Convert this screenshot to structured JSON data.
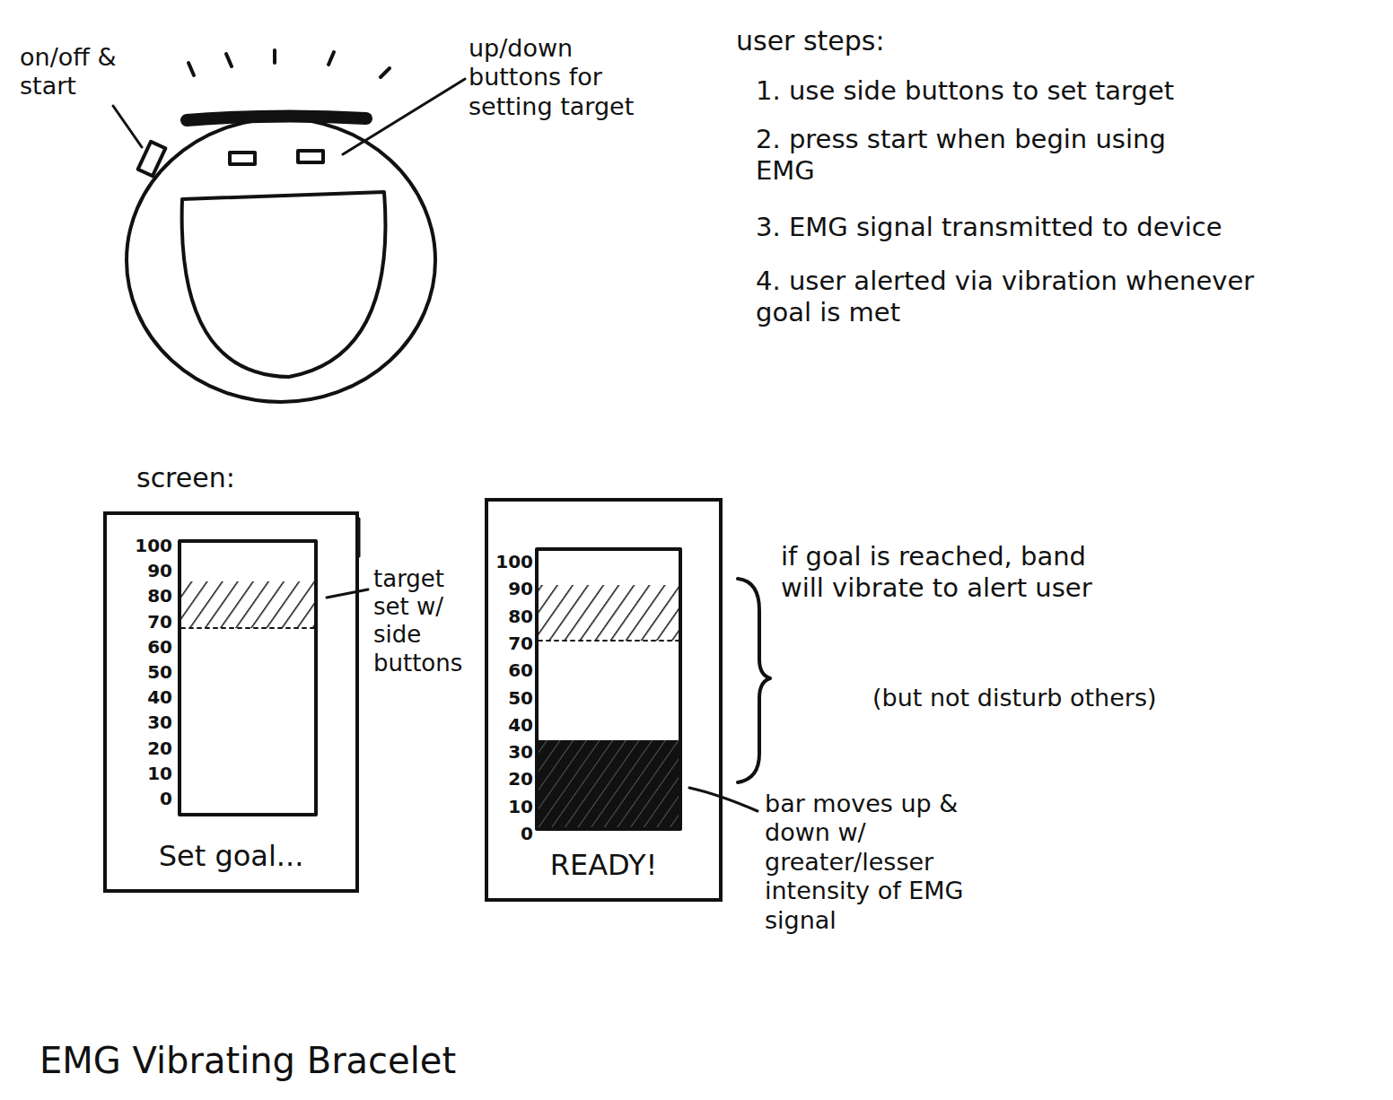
{
  "diagram": {
    "title": "EMG Vibrating Bracelet",
    "nodes": [
      {
        "text": [
          "Set goal..."
        ]
      },
      {
        "text": [
          "READY!"
        ]
      }
    ],
    "labels": [
      "on/off & start",
      "up/down buttons for setting target",
      "user steps:",
      "1. use side buttons to set target",
      "2. press start when begin using EMG",
      "3. EMG signal transmitted to device",
      "4. user alerted via vibration whenever goal is met",
      "screen:",
      "100",
      "90",
      "80",
      "70",
      "60",
      "50",
      "40",
      "30",
      "20",
      "10",
      "0",
      "100",
      "90",
      "80",
      "70",
      "60",
      "50",
      "40",
      "30",
      "20",
      "10",
      "0",
      "target set w/ side buttons",
      "if goal is reached, band will vibrate to alert user",
      "(but not disturb others)",
      "bar moves up & down w/ greater/lesser intensity of EMG signal"
    ]
  }
}
